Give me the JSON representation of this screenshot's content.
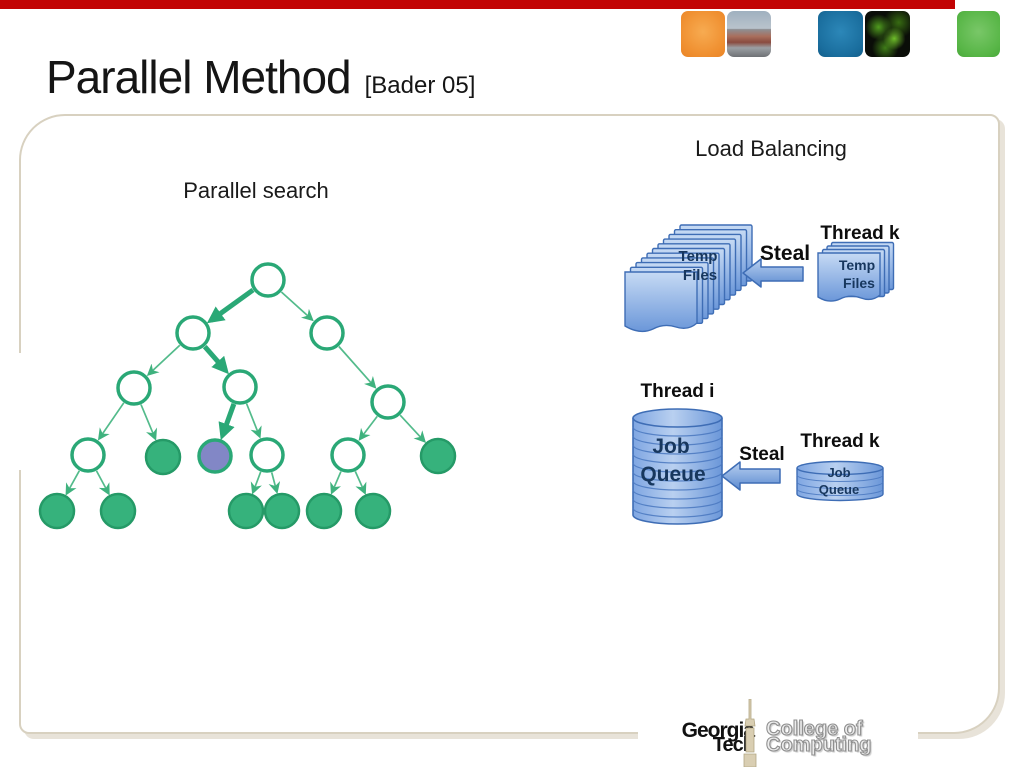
{
  "title": {
    "main": "Parallel Method",
    "citation": "[Bader 05]"
  },
  "header_tiles": [
    "orange-tile",
    "campus-photo-tile",
    "blue-tile",
    "network-photo-tile",
    "green-tile"
  ],
  "panel": {
    "parallel_search": "Parallel search",
    "load_balancing": "Load Balancing"
  },
  "temp": {
    "big_line1": "Temp",
    "big_line2": "Files",
    "steal": "Steal",
    "thread_k": "Thread k",
    "small_line1": "Temp",
    "small_line2": "Files"
  },
  "jobs": {
    "thread_i": "Thread i",
    "big_line1": "Job",
    "big_line2": "Queue",
    "steal": "Steal",
    "thread_k": "Thread k",
    "small_line1": "Job",
    "small_line2": "Queue"
  },
  "footer": {
    "georgia": "Georgia",
    "tech": "Tech",
    "college_line1": "College of",
    "college_line2": "Computing"
  },
  "colors": {
    "top_bar": "#c20404",
    "tree_green": "#2aa876",
    "tree_fill_green": "#36b27c",
    "current_node_purple": "#8287c6",
    "doc_blue": "#6e9ad9",
    "doc_outline": "#3e6db5",
    "label_navy": "#17375e",
    "panel_border": "#d8d1c0"
  }
}
